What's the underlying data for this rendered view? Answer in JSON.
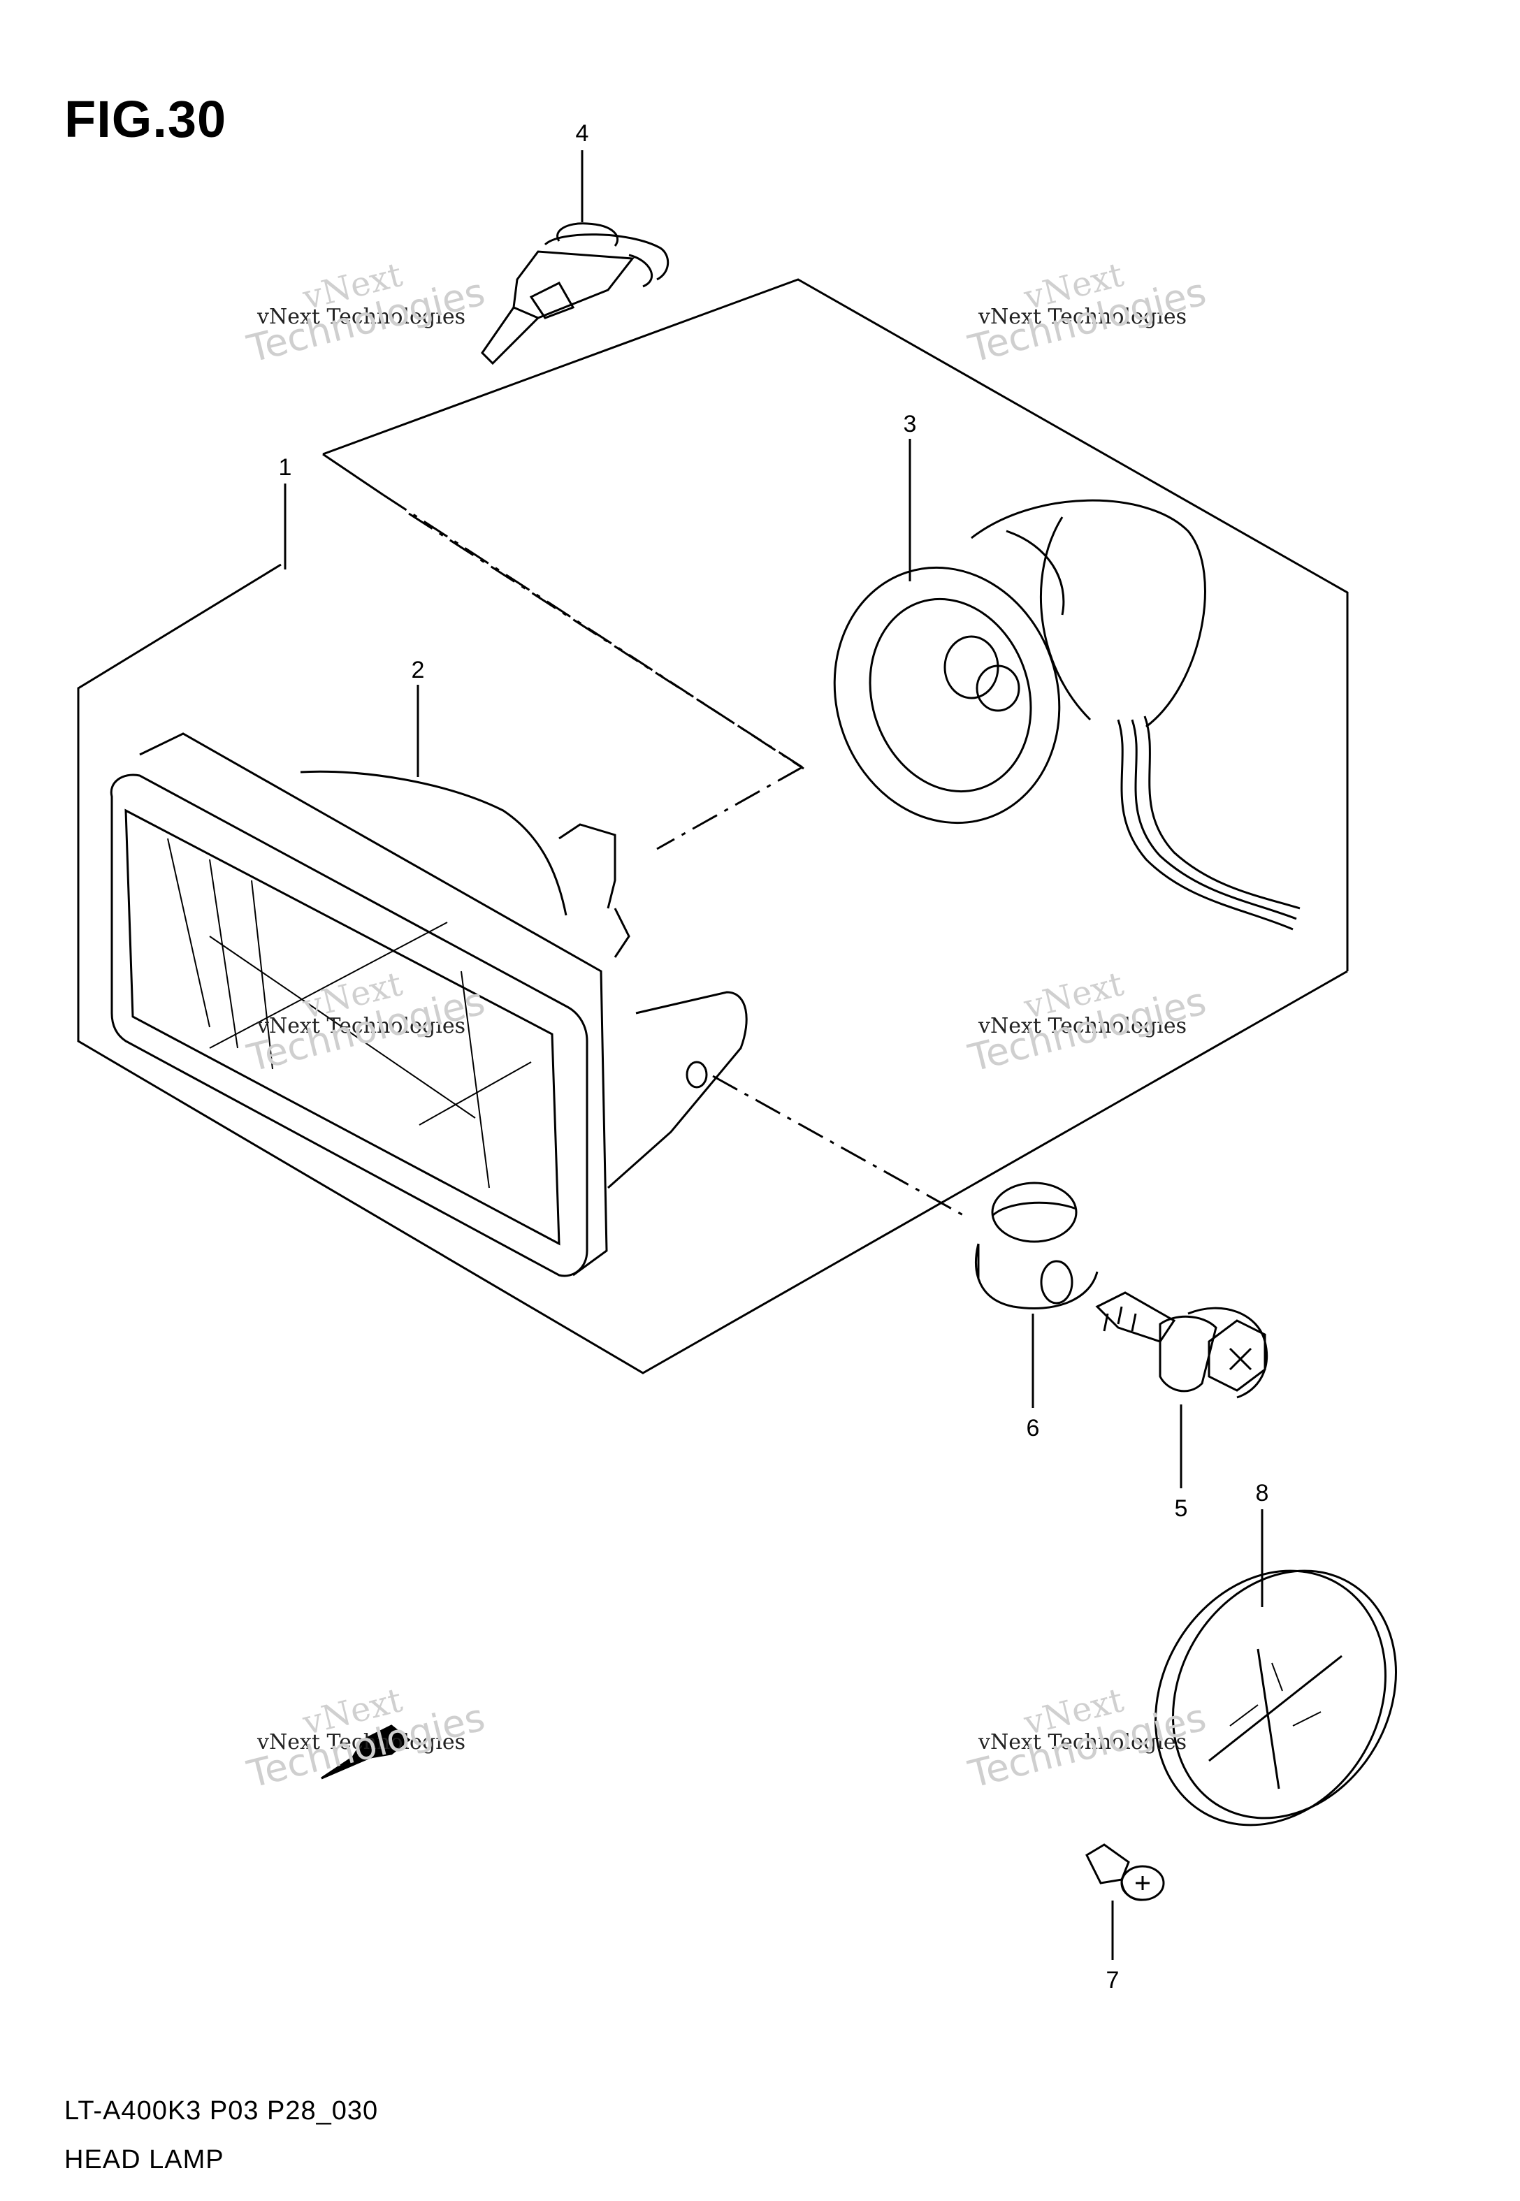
{
  "figure": {
    "title": "FIG.30"
  },
  "callouts": [
    {
      "id": "c1",
      "label": "1"
    },
    {
      "id": "c2",
      "label": "2"
    },
    {
      "id": "c3",
      "label": "3"
    },
    {
      "id": "c4",
      "label": "4"
    },
    {
      "id": "c5",
      "label": "5"
    },
    {
      "id": "c6",
      "label": "6"
    },
    {
      "id": "c7",
      "label": "7"
    },
    {
      "id": "c8",
      "label": "8"
    }
  ],
  "watermark": {
    "line_top": "vNext",
    "line_mid": "vNext Technologies",
    "line_bottom": "Technologies"
  },
  "footer": {
    "model_code": "LT-A400K3 P03 P28_030",
    "part_group": "HEAD LAMP"
  }
}
